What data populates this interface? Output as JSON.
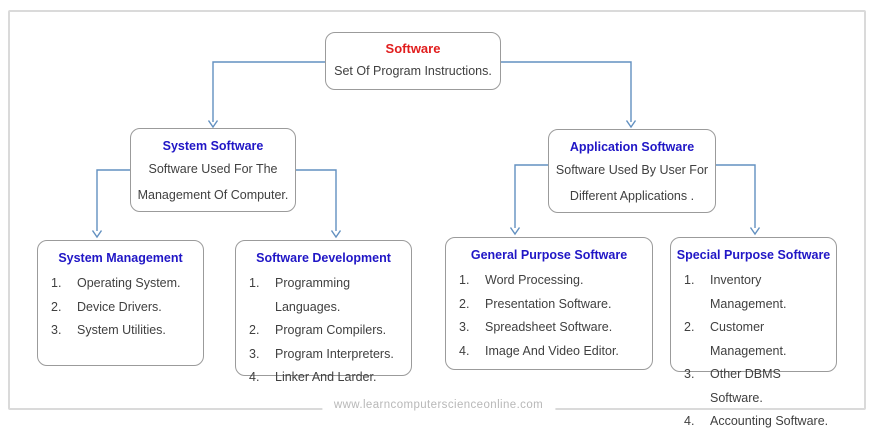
{
  "root": {
    "title": "Software",
    "subtitle": "Set Of Program Instructions."
  },
  "level2": [
    {
      "title": "System Software",
      "lines": [
        "Software Used For The",
        "Management Of Computer."
      ]
    },
    {
      "title": "Application Software",
      "lines": [
        "Software Used By User For",
        "Different Applications ."
      ]
    }
  ],
  "level3": [
    {
      "title": "System Management",
      "items": [
        "Operating System.",
        "Device Drivers.",
        "System Utilities."
      ]
    },
    {
      "title": "Software Development",
      "items": [
        "Programming Languages.",
        "Program Compilers.",
        "Program Interpreters.",
        "Linker And Larder."
      ]
    },
    {
      "title": "General Purpose Software",
      "items": [
        "Word Processing.",
        "Presentation Software.",
        "Spreadsheet Software.",
        "Image And Video Editor."
      ]
    },
    {
      "title": "Special Purpose Software",
      "items": [
        "Inventory Management.",
        "Customer Management.",
        "Other DBMS Software.",
        "Accounting Software."
      ]
    }
  ],
  "numbering": [
    "1.",
    "2.",
    "3.",
    "4."
  ],
  "footer": {
    "url": "www.learncomputerscienceonline.com"
  },
  "colors": {
    "title_red": "#e11d1d",
    "heading_blue": "#2016c6",
    "body_text": "#404040",
    "connector_blue": "#6290c0",
    "box_border": "#9b9b9b",
    "frame_border": "#dadada",
    "footer_text": "#b8b8b8"
  }
}
